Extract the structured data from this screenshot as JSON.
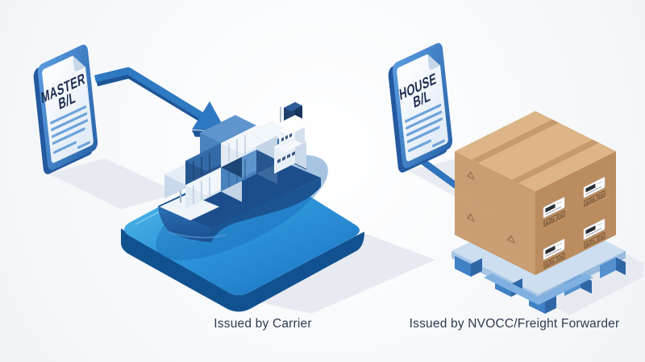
{
  "documents": {
    "master": {
      "line1": "MASTER",
      "line2": "B/L"
    },
    "house": {
      "line1": "HOUSE",
      "line2": "B/L"
    }
  },
  "captions": {
    "carrier": "Issued by Carrier",
    "nvocc": "Issued by NVOCC/Freight Forwarder"
  },
  "colors": {
    "accent_blue": "#2f78c2",
    "platform_blue": "#1e78c6",
    "document_frame_blue": "#2e6cb2",
    "box_tan": "#c99e72",
    "text_dark": "#2e3a50",
    "background": "#f7f9fb"
  }
}
